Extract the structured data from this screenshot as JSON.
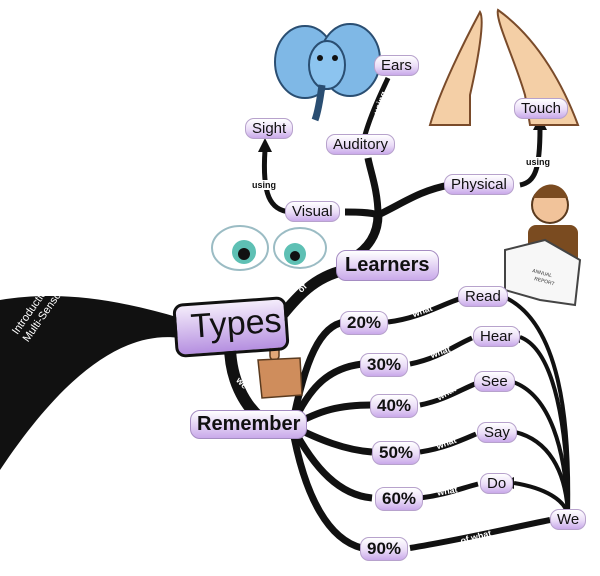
{
  "root": {
    "line1": "Introduction to",
    "line2": "Multi-Sensory"
  },
  "central": {
    "types": "Types",
    "learners": "Learners",
    "remember": "Remember"
  },
  "connectors": {
    "of": "of",
    "we": "we",
    "using": "using",
    "what": "what",
    "of_what": "of what"
  },
  "learner_types": {
    "visual": "Visual",
    "sight": "Sight",
    "auditory": "Auditory",
    "ears": "Ears",
    "physical": "Physical",
    "touch": "Touch"
  },
  "retention": [
    {
      "pct": "20%",
      "action": "Read"
    },
    {
      "pct": "30%",
      "action": "Hear"
    },
    {
      "pct": "40%",
      "action": "See"
    },
    {
      "pct": "50%",
      "action": "Say"
    },
    {
      "pct": "60%",
      "action": "Do"
    },
    {
      "pct": "90%",
      "action": ""
    }
  ],
  "we_node": "We",
  "illustrations": {
    "elephant": "elephant-illustration",
    "hands": "praying-hands-illustration",
    "eyes": "cartoon-eyes",
    "reader": "man-reading-report",
    "finger": "raised-finger-hand"
  },
  "report_book_text": {
    "line1": "ANNUAL",
    "line2": "REPORT"
  },
  "colors": {
    "branch": "#111111",
    "label_top": "#ffffff",
    "label_bottom": "#c9a9ea",
    "elephant": "#7fb8e6"
  }
}
